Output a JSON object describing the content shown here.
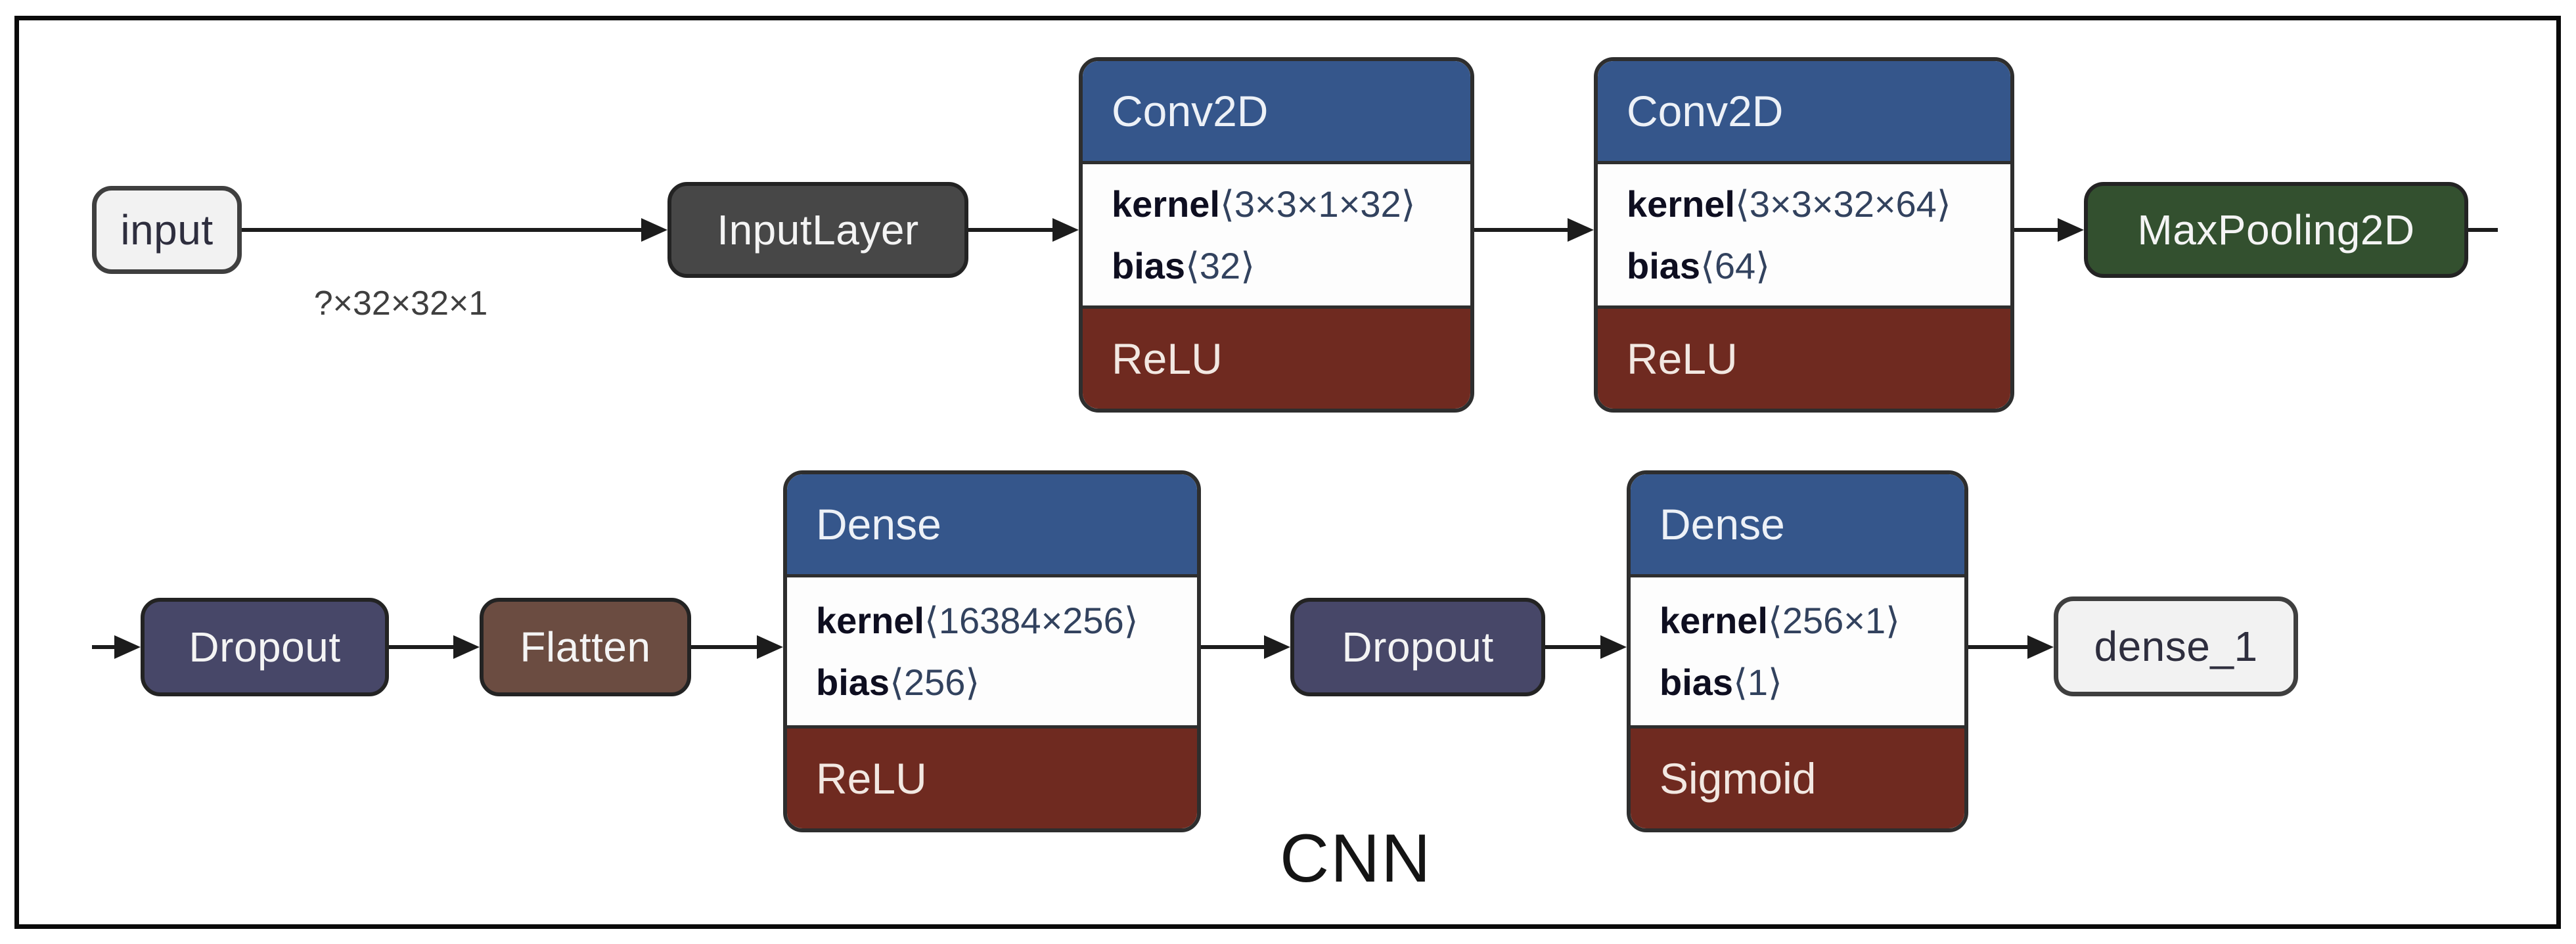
{
  "diagram": {
    "title": "CNN",
    "edge_label": "?×32×32×1",
    "nodes": {
      "input": {
        "label": "input"
      },
      "input_layer": {
        "label": "InputLayer"
      },
      "conv2d_1": {
        "type": "Conv2D",
        "params": [
          {
            "name": "kernel",
            "dims": "⟨3×3×1×32⟩"
          },
          {
            "name": "bias",
            "dims": "⟨32⟩"
          }
        ],
        "activation": "ReLU"
      },
      "conv2d_2": {
        "type": "Conv2D",
        "params": [
          {
            "name": "kernel",
            "dims": "⟨3×3×32×64⟩"
          },
          {
            "name": "bias",
            "dims": "⟨64⟩"
          }
        ],
        "activation": "ReLU"
      },
      "max_pooling2d": {
        "label": "MaxPooling2D"
      },
      "dropout_1": {
        "label": "Dropout"
      },
      "flatten": {
        "label": "Flatten"
      },
      "dense_relu": {
        "type": "Dense",
        "params": [
          {
            "name": "kernel",
            "dims": "⟨16384×256⟩"
          },
          {
            "name": "bias",
            "dims": "⟨256⟩"
          }
        ],
        "activation": "ReLU"
      },
      "dropout_2": {
        "label": "Dropout"
      },
      "dense_sigmoid": {
        "type": "Dense",
        "params": [
          {
            "name": "kernel",
            "dims": "⟨256×1⟩"
          },
          {
            "name": "bias",
            "dims": "⟨1⟩"
          }
        ],
        "activation": "Sigmoid"
      },
      "dense_1_out": {
        "label": "dense_1"
      }
    },
    "colors": {
      "headerBlue": "#35568B",
      "activationRed": "#6F2A20",
      "poolGreen": "#33502F",
      "inputGray": "#474747",
      "dropoutPurple": "#474768",
      "flattenBrown": "#6B4C41",
      "pillLight": "#F2F2F2",
      "arrowBlack": "#1C1C1C"
    }
  }
}
